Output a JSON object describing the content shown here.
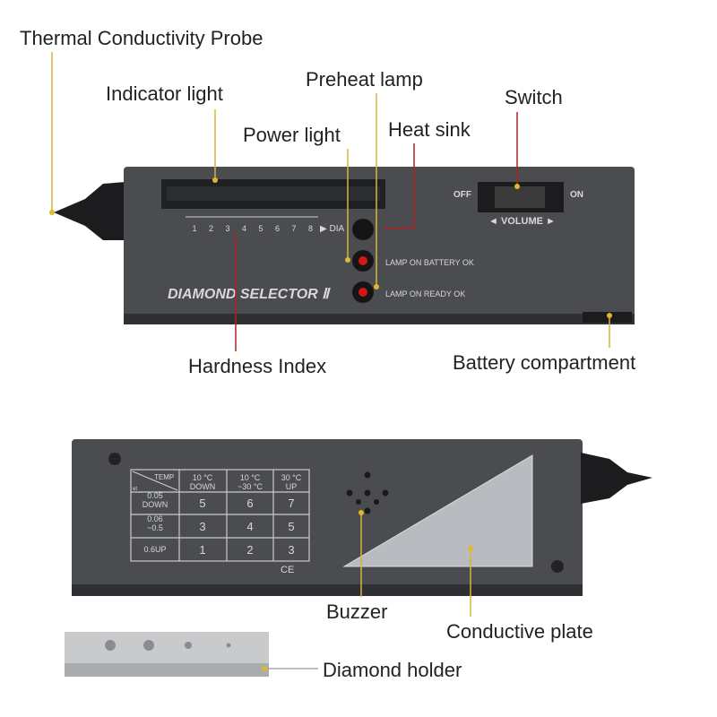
{
  "labels": {
    "probe": "Thermal Conductivity Probe",
    "indicator": "Indicator light",
    "preheat": "Preheat lamp",
    "switch": "Switch",
    "power": "Power light",
    "heatsink": "Heat sink",
    "hardness": "Hardness Index",
    "battery": "Battery compartment",
    "buzzer": "Buzzer",
    "plate": "Conductive plate",
    "holder": "Diamond holder"
  },
  "device": {
    "brand": "DIAMOND SELECTOR Ⅱ",
    "scale": [
      "1",
      "2",
      "3",
      "4",
      "5",
      "6",
      "7",
      "8"
    ],
    "scale_end": "▶ DIA",
    "lamp_battery": "LAMP ON BATTERY OK",
    "lamp_ready": "LAMP ON READY OK",
    "off": "OFF",
    "on": "ON",
    "volume": "◄ VOLUME ►",
    "ce": "CE"
  },
  "table": {
    "corner_top": "TEMP",
    "corner_bottom": "et",
    "headers": [
      [
        "10 °C",
        "DOWN"
      ],
      [
        "10 °C",
        "~30 °C"
      ],
      [
        "30 °C",
        "UP"
      ]
    ],
    "rows": [
      {
        "label": [
          "0.05",
          "DOWN"
        ],
        "values": [
          "5",
          "6",
          "7"
        ]
      },
      {
        "label": [
          "0.06",
          "~0.5"
        ],
        "values": [
          "3",
          "4",
          "5"
        ]
      },
      {
        "label": [
          "0.6UP"
        ],
        "values": [
          "1",
          "2",
          "3"
        ]
      }
    ]
  },
  "colors": {
    "body": "#4a4c50",
    "leader_gold": "#d8b43a",
    "leader_red": "#b02020",
    "lamp": "#d01818"
  }
}
